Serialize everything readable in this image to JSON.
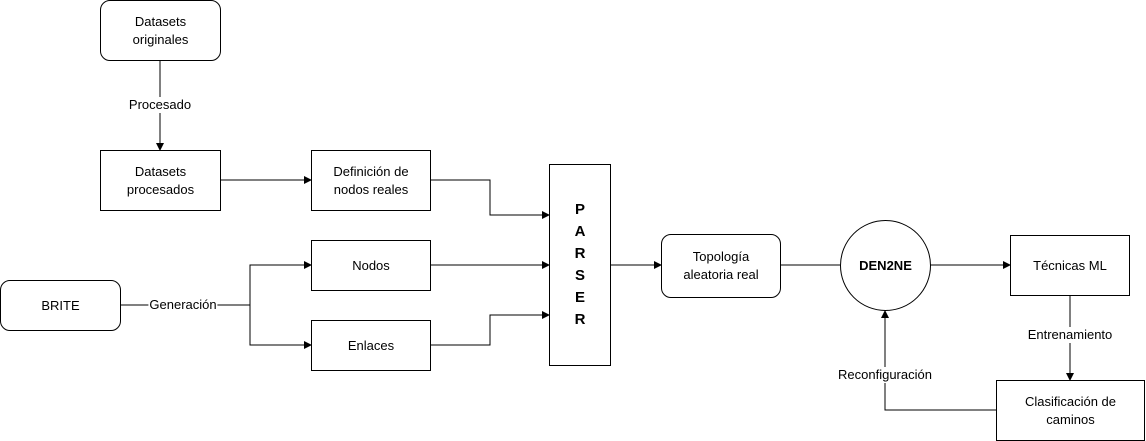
{
  "nodes": {
    "datasets_originales": "Datasets\noriginales",
    "datasets_procesados": "Datasets\nprocesados",
    "definicion_nodos": "Definición de\nnodos reales",
    "brite": "BRITE",
    "nodos": "Nodos",
    "enlaces": "Enlaces",
    "parser": "P A R S E R",
    "topologia": "Topología\naleatoria real",
    "den2ne": "DEN2NE",
    "tecnicas_ml": "Técnicas ML",
    "clasificacion": "Clasificación de\ncaminos"
  },
  "edge_labels": {
    "procesado": "Procesado",
    "generacion": "Generación",
    "entrenamiento": "Entrenamiento",
    "reconfiguracion": "Reconfiguración"
  }
}
